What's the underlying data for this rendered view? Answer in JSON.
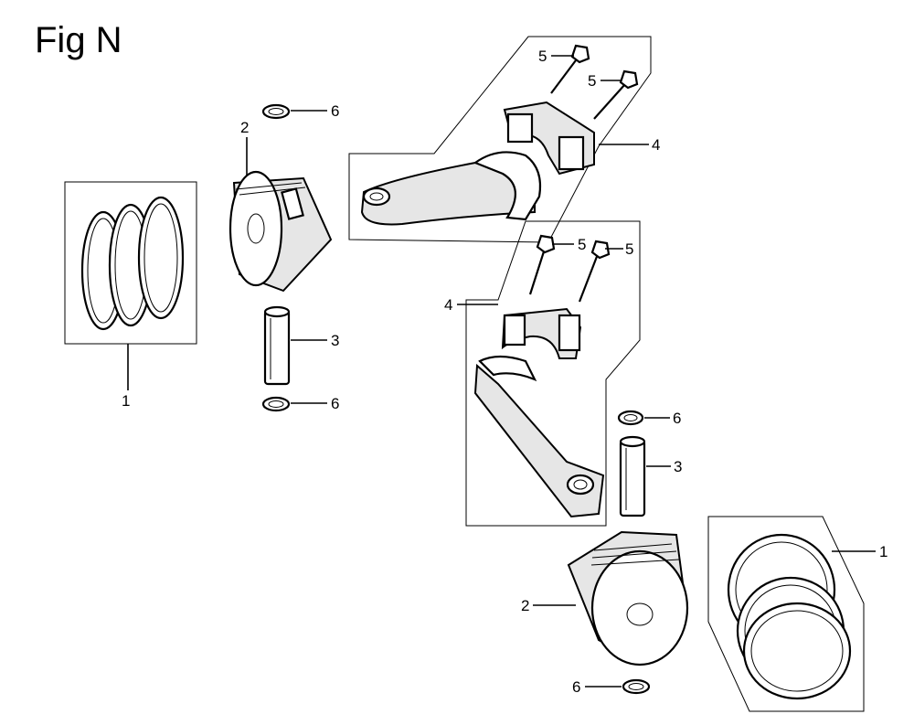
{
  "figure": {
    "title": "Fig N"
  },
  "callouts": {
    "ring_set_left": "1",
    "ring_set_right": "1",
    "piston_left": "2",
    "piston_right": "2",
    "pin_left": "3",
    "pin_right": "3",
    "rod_upper": "4",
    "rod_lower": "4",
    "bolt_upper_a": "5",
    "bolt_upper_b": "5",
    "bolt_lower_a": "5",
    "bolt_lower_b": "5",
    "clip_left_top": "6",
    "clip_left_bottom": "6",
    "clip_right_top": "6",
    "clip_right_bottom": "6"
  },
  "icons": [
    "piston-ring-set",
    "piston",
    "piston-pin",
    "connecting-rod",
    "rod-bolt",
    "pin-clip"
  ]
}
